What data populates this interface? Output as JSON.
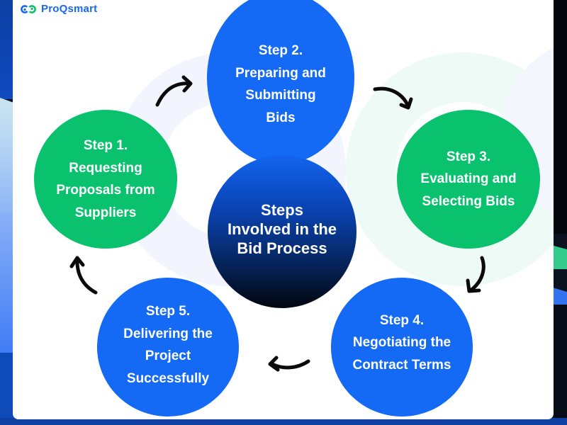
{
  "brand": {
    "name": "ProQsmart",
    "logo_icon": "linked-rings-icon",
    "colors": {
      "blue": "#1868f2",
      "green": "#0ac16e"
    }
  },
  "diagram": {
    "title": "Steps\nInvolved in the\nBid Process",
    "steps": [
      {
        "label": "Step 1.\nRequesting\nProposals from\nSuppliers",
        "color": "#0ac16e"
      },
      {
        "label": "Step 2.\nPreparing and\nSubmitting\nBids",
        "color": "#1469f5"
      },
      {
        "label": "Step 3.\nEvaluating and\nSelecting Bids",
        "color": "#0ac16e"
      },
      {
        "label": "Step 4.\nNegotiating the\nContract Terms",
        "color": "#1469f5"
      },
      {
        "label": "Step 5.\nDelivering the\nProject\nSuccessfully",
        "color": "#1469f5"
      }
    ],
    "flow": [
      "Step 1 → Step 2",
      "Step 2 → Step 3",
      "Step 3 → Step 4",
      "Step 4 → Step 5",
      "Step 5 → Step 1"
    ],
    "arrow_icon": "curved-arrow-icon"
  }
}
